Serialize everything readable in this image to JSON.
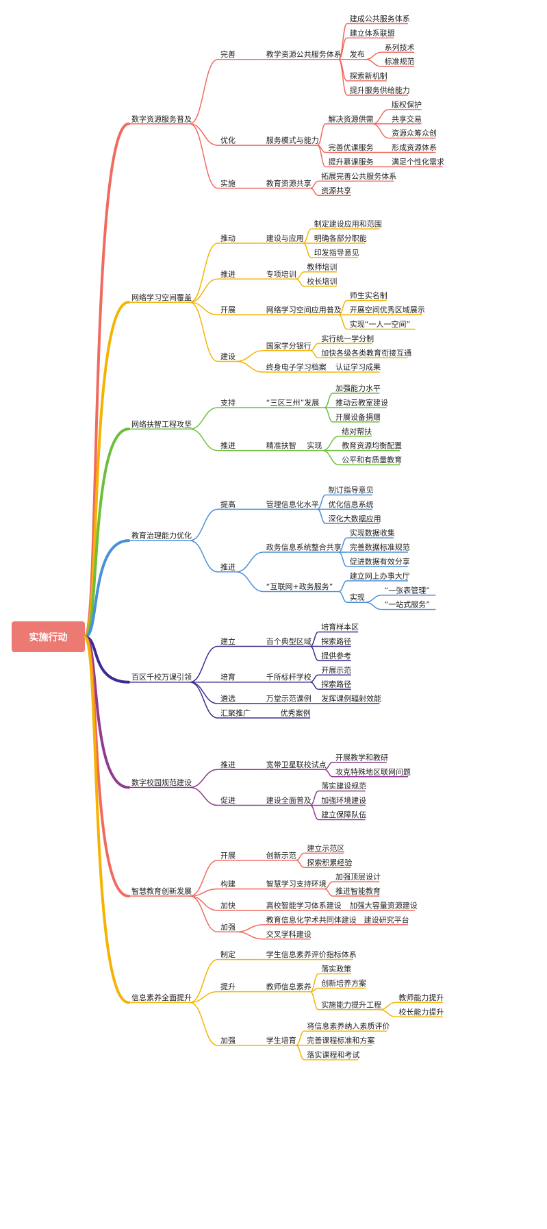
{
  "root": "实施行动",
  "branches": [
    {
      "label": "数字资源服务普及",
      "color": "#f06a60",
      "children": [
        {
          "label": "完善",
          "children": [
            {
              "label": "教学资源公共服务体系",
              "children": [
                {
                  "label": "建成公共服务体系"
                },
                {
                  "label": "建立体系联盟"
                },
                {
                  "label": "发布",
                  "children": [
                    {
                      "label": "系列技术"
                    },
                    {
                      "label": "标准规范"
                    }
                  ]
                },
                {
                  "label": "探索新机制"
                },
                {
                  "label": "提升服务供给能力"
                }
              ]
            }
          ]
        },
        {
          "label": "优化",
          "children": [
            {
              "label": "服务模式与能力",
              "children": [
                {
                  "label": "解决资源供需",
                  "children": [
                    {
                      "label": "版权保护"
                    },
                    {
                      "label": "共享交易"
                    },
                    {
                      "label": "资源众筹众创"
                    }
                  ]
                },
                {
                  "label": "完善优课服务",
                  "children": [
                    {
                      "label": "形成资源体系"
                    }
                  ]
                },
                {
                  "label": "提升慕课服务",
                  "children": [
                    {
                      "label": "满足个性化需求"
                    }
                  ]
                }
              ]
            }
          ]
        },
        {
          "label": "实施",
          "children": [
            {
              "label": "教育资源共享",
              "children": [
                {
                  "label": "拓展完善公共服务体系"
                },
                {
                  "label": "资源共享"
                }
              ]
            }
          ]
        }
      ]
    },
    {
      "label": "网络学习空间覆盖",
      "color": "#f5b301",
      "children": [
        {
          "label": "推动",
          "children": [
            {
              "label": "建设与应用",
              "children": [
                {
                  "label": "制定建设应用和范围"
                },
                {
                  "label": "明确各部分职能"
                },
                {
                  "label": "印发指导意见"
                }
              ]
            }
          ]
        },
        {
          "label": "推进",
          "children": [
            {
              "label": "专项培训",
              "children": [
                {
                  "label": "教师培训"
                },
                {
                  "label": "校长培训"
                }
              ]
            }
          ]
        },
        {
          "label": "开展",
          "children": [
            {
              "label": "网络学习空间应用普及",
              "children": [
                {
                  "label": "师生实名制"
                },
                {
                  "label": "开展空间优秀区域展示"
                },
                {
                  "label": "实现“一人一空间”"
                }
              ]
            }
          ]
        },
        {
          "label": "建设",
          "children": [
            {
              "label": "国家学分银行",
              "children": [
                {
                  "label": "实行统一学分制"
                },
                {
                  "label": "加快各级各类教育衔接互通"
                }
              ]
            },
            {
              "label": "终身电子学习档案",
              "children": [
                {
                  "label": "认证学习成果"
                }
              ]
            }
          ]
        }
      ]
    },
    {
      "label": "网络扶智工程攻坚",
      "color": "#6cbf3c",
      "children": [
        {
          "label": "支持",
          "children": [
            {
              "label": "“三区三州”发展",
              "children": [
                {
                  "label": "加强能力水平"
                },
                {
                  "label": "推动云教室建设"
                },
                {
                  "label": "开展设备捐赠"
                }
              ]
            }
          ]
        },
        {
          "label": "推进",
          "children": [
            {
              "label": "精准扶智",
              "children": [
                {
                  "label": "实现",
                  "children": [
                    {
                      "label": "结对帮扶"
                    },
                    {
                      "label": "教育资源均衡配置"
                    },
                    {
                      "label": "公平和有质量教育"
                    }
                  ]
                }
              ]
            }
          ]
        }
      ]
    },
    {
      "label": "教育治理能力优化",
      "color": "#4a8fd9",
      "children": [
        {
          "label": "提高",
          "children": [
            {
              "label": "管理信息化水平",
              "children": [
                {
                  "label": "制订指导意见"
                },
                {
                  "label": "优化信息系统"
                },
                {
                  "label": "深化大数据应用"
                }
              ]
            }
          ]
        },
        {
          "label": "推进",
          "children": [
            {
              "label": "政务信息系统整合共享",
              "children": [
                {
                  "label": "实现数据收集"
                },
                {
                  "label": "完善数据标准规范"
                },
                {
                  "label": "促进数据有效分享"
                }
              ]
            },
            {
              "label": "“互联网+政务服务”",
              "children": [
                {
                  "label": "建立网上办事大厅"
                },
                {
                  "label": "实现",
                  "children": [
                    {
                      "label": "“一张表管理”"
                    },
                    {
                      "label": "“一站式服务”"
                    }
                  ]
                }
              ]
            }
          ]
        }
      ]
    },
    {
      "label": "百区千校万课引领",
      "color": "#3a2c8f",
      "children": [
        {
          "label": "建立",
          "children": [
            {
              "label": "百个典型区域",
              "children": [
                {
                  "label": "培育样本区"
                },
                {
                  "label": "探索路径"
                },
                {
                  "label": "提供参考"
                }
              ]
            }
          ]
        },
        {
          "label": "培育",
          "children": [
            {
              "label": "千所标杆学校",
              "children": [
                {
                  "label": "开展示范"
                },
                {
                  "label": "探索路径"
                }
              ]
            }
          ]
        },
        {
          "label": "遴选",
          "children": [
            {
              "label": "万堂示范课例",
              "children": [
                {
                  "label": "发挥课例辐射效能"
                }
              ]
            }
          ]
        },
        {
          "label": "汇聚推广",
          "children": [
            {
              "label": "优秀案例"
            }
          ]
        }
      ]
    },
    {
      "label": "数字校园规范建设",
      "color": "#8e3c8e",
      "children": [
        {
          "label": "推进",
          "children": [
            {
              "label": "宽带卫星联校试点",
              "children": [
                {
                  "label": "开展教学和教研"
                },
                {
                  "label": "攻克特殊地区联网问题"
                }
              ]
            }
          ]
        },
        {
          "label": "促进",
          "children": [
            {
              "label": "建设全面普及",
              "children": [
                {
                  "label": "落实建设规范"
                },
                {
                  "label": "加强环境建设"
                },
                {
                  "label": "建立保障队伍"
                }
              ]
            }
          ]
        }
      ]
    },
    {
      "label": "智慧教育创新发展",
      "color": "#f06a60",
      "children": [
        {
          "label": "开展",
          "children": [
            {
              "label": "创新示范",
              "children": [
                {
                  "label": "建立示范区"
                },
                {
                  "label": "探索积累经验"
                }
              ]
            }
          ]
        },
        {
          "label": "构建",
          "children": [
            {
              "label": "智慧学习支持环境",
              "children": [
                {
                  "label": "加强顶层设计"
                },
                {
                  "label": "推进智能教育"
                }
              ]
            }
          ]
        },
        {
          "label": "加快",
          "children": [
            {
              "label": "高校智能学习体系建设",
              "children": [
                {
                  "label": "加强大容量资源建设"
                }
              ]
            }
          ]
        },
        {
          "label": "加强",
          "children": [
            {
              "label": "教育信息化学术共同体建设",
              "children": [
                {
                  "label": "建设研究平台"
                }
              ]
            },
            {
              "label": "交叉学科建设"
            }
          ]
        }
      ]
    },
    {
      "label": "信息素养全面提升",
      "color": "#f5b301",
      "children": [
        {
          "label": "制定",
          "children": [
            {
              "label": "学生信息素养评价指标体系"
            }
          ]
        },
        {
          "label": "提升",
          "children": [
            {
              "label": "教师信息素养",
              "children": [
                {
                  "label": "落实政策"
                },
                {
                  "label": "创新培养方案"
                },
                {
                  "label": "实施能力提升工程",
                  "children": [
                    {
                      "label": "教师能力提升"
                    },
                    {
                      "label": "校长能力提升"
                    }
                  ]
                }
              ]
            }
          ]
        },
        {
          "label": "加强",
          "children": [
            {
              "label": "学生培育",
              "children": [
                {
                  "label": "将信息素养纳入素质评价"
                },
                {
                  "label": "完善课程标准和方案"
                },
                {
                  "label": "落实课程和考试"
                }
              ]
            }
          ]
        }
      ]
    }
  ]
}
